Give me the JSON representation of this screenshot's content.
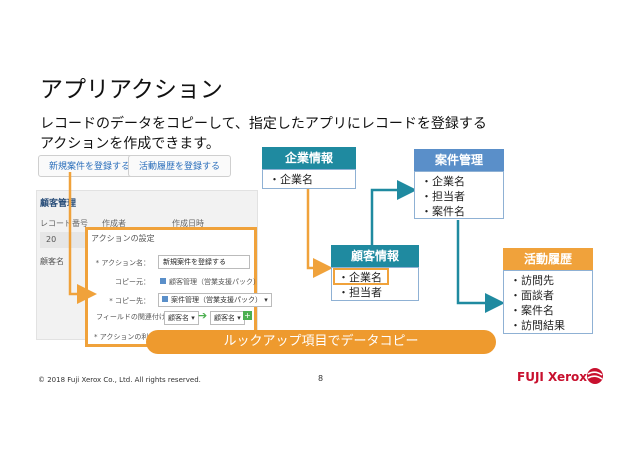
{
  "slide": {
    "title": "アプリアクション",
    "subtitle_line1": "レコードのデータをコピーして、指定したアプリにレコードを登録する",
    "subtitle_line2": "アクションを作成できます。",
    "page_number": "8",
    "copyright": "© 2018 Fuji Xerox Co., Ltd. All rights reserved.",
    "logo_text": "FUJI Xerox"
  },
  "toolbar": {
    "action_button_1": "新規案件を登録する",
    "action_button_2": "活動履歴を登録する"
  },
  "record_panel": {
    "title": "顧客管理",
    "columns": [
      "レコード番号",
      "作成者",
      "作成日時"
    ],
    "row_value": "20",
    "company_label": "顧客名"
  },
  "dialog": {
    "heading": "アクションの設定",
    "action_name_label": "* アクション名：",
    "action_name_value": "新規案件を登録する",
    "copy_from_label": "コピー元：",
    "copy_from_value": "顧客管理（営業支援パック）",
    "copy_to_label": "* コピー先：",
    "copy_to_value": "案件管理（営業支援パック）",
    "field_mapping_label": "フィールドの関連付け：",
    "map_from": "顧客名",
    "map_to": "顧客名",
    "target_label": "* アクションの利用者："
  },
  "boxes": {
    "company_info": {
      "title": "企業情報",
      "items": [
        "・企業名"
      ]
    },
    "deal_mgmt": {
      "title": "案件管理",
      "items": [
        "・企業名",
        "・担当者",
        "・案件名"
      ]
    },
    "customer_info": {
      "title": "顧客情報",
      "items": [
        "・企業名",
        "・担当者"
      ]
    },
    "activity_log": {
      "title": "活動履歴",
      "items": [
        "・訪問先",
        "・面談者",
        "・案件名",
        "・訪問結果"
      ]
    }
  },
  "lookup_label": "ルックアップ項目でデータコピー",
  "colors": {
    "teal": "#1f8aa0",
    "blue": "#5a8fc9",
    "orange": "#f0a23b",
    "arrow_orange": "#f0a23b",
    "arrow_teal": "#1f8aa0",
    "brand_red": "#c8102e"
  }
}
